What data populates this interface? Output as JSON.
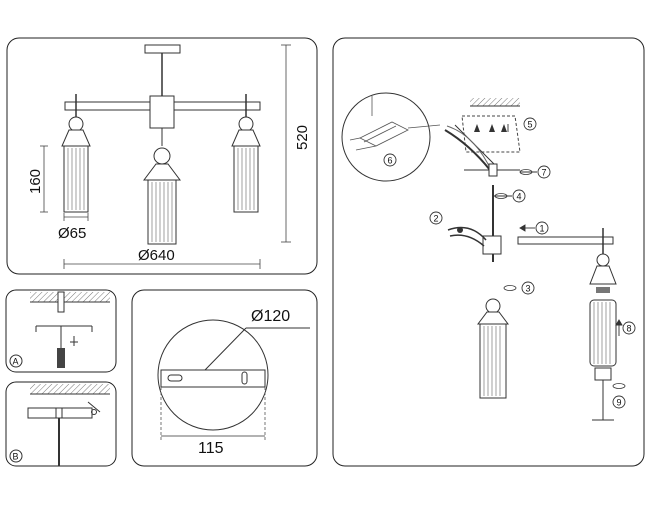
{
  "dimensions": {
    "total_height": "520",
    "shade_height": "160",
    "shade_diameter": "Ø65",
    "fixture_diameter": "Ø640",
    "canopy_diameter": "Ø120",
    "bracket_spacing": "115"
  },
  "panel_labels": {
    "a": "A",
    "b": "B"
  },
  "steps": [
    "1",
    "2",
    "3",
    "4",
    "5",
    "6",
    "7",
    "8",
    "9"
  ]
}
